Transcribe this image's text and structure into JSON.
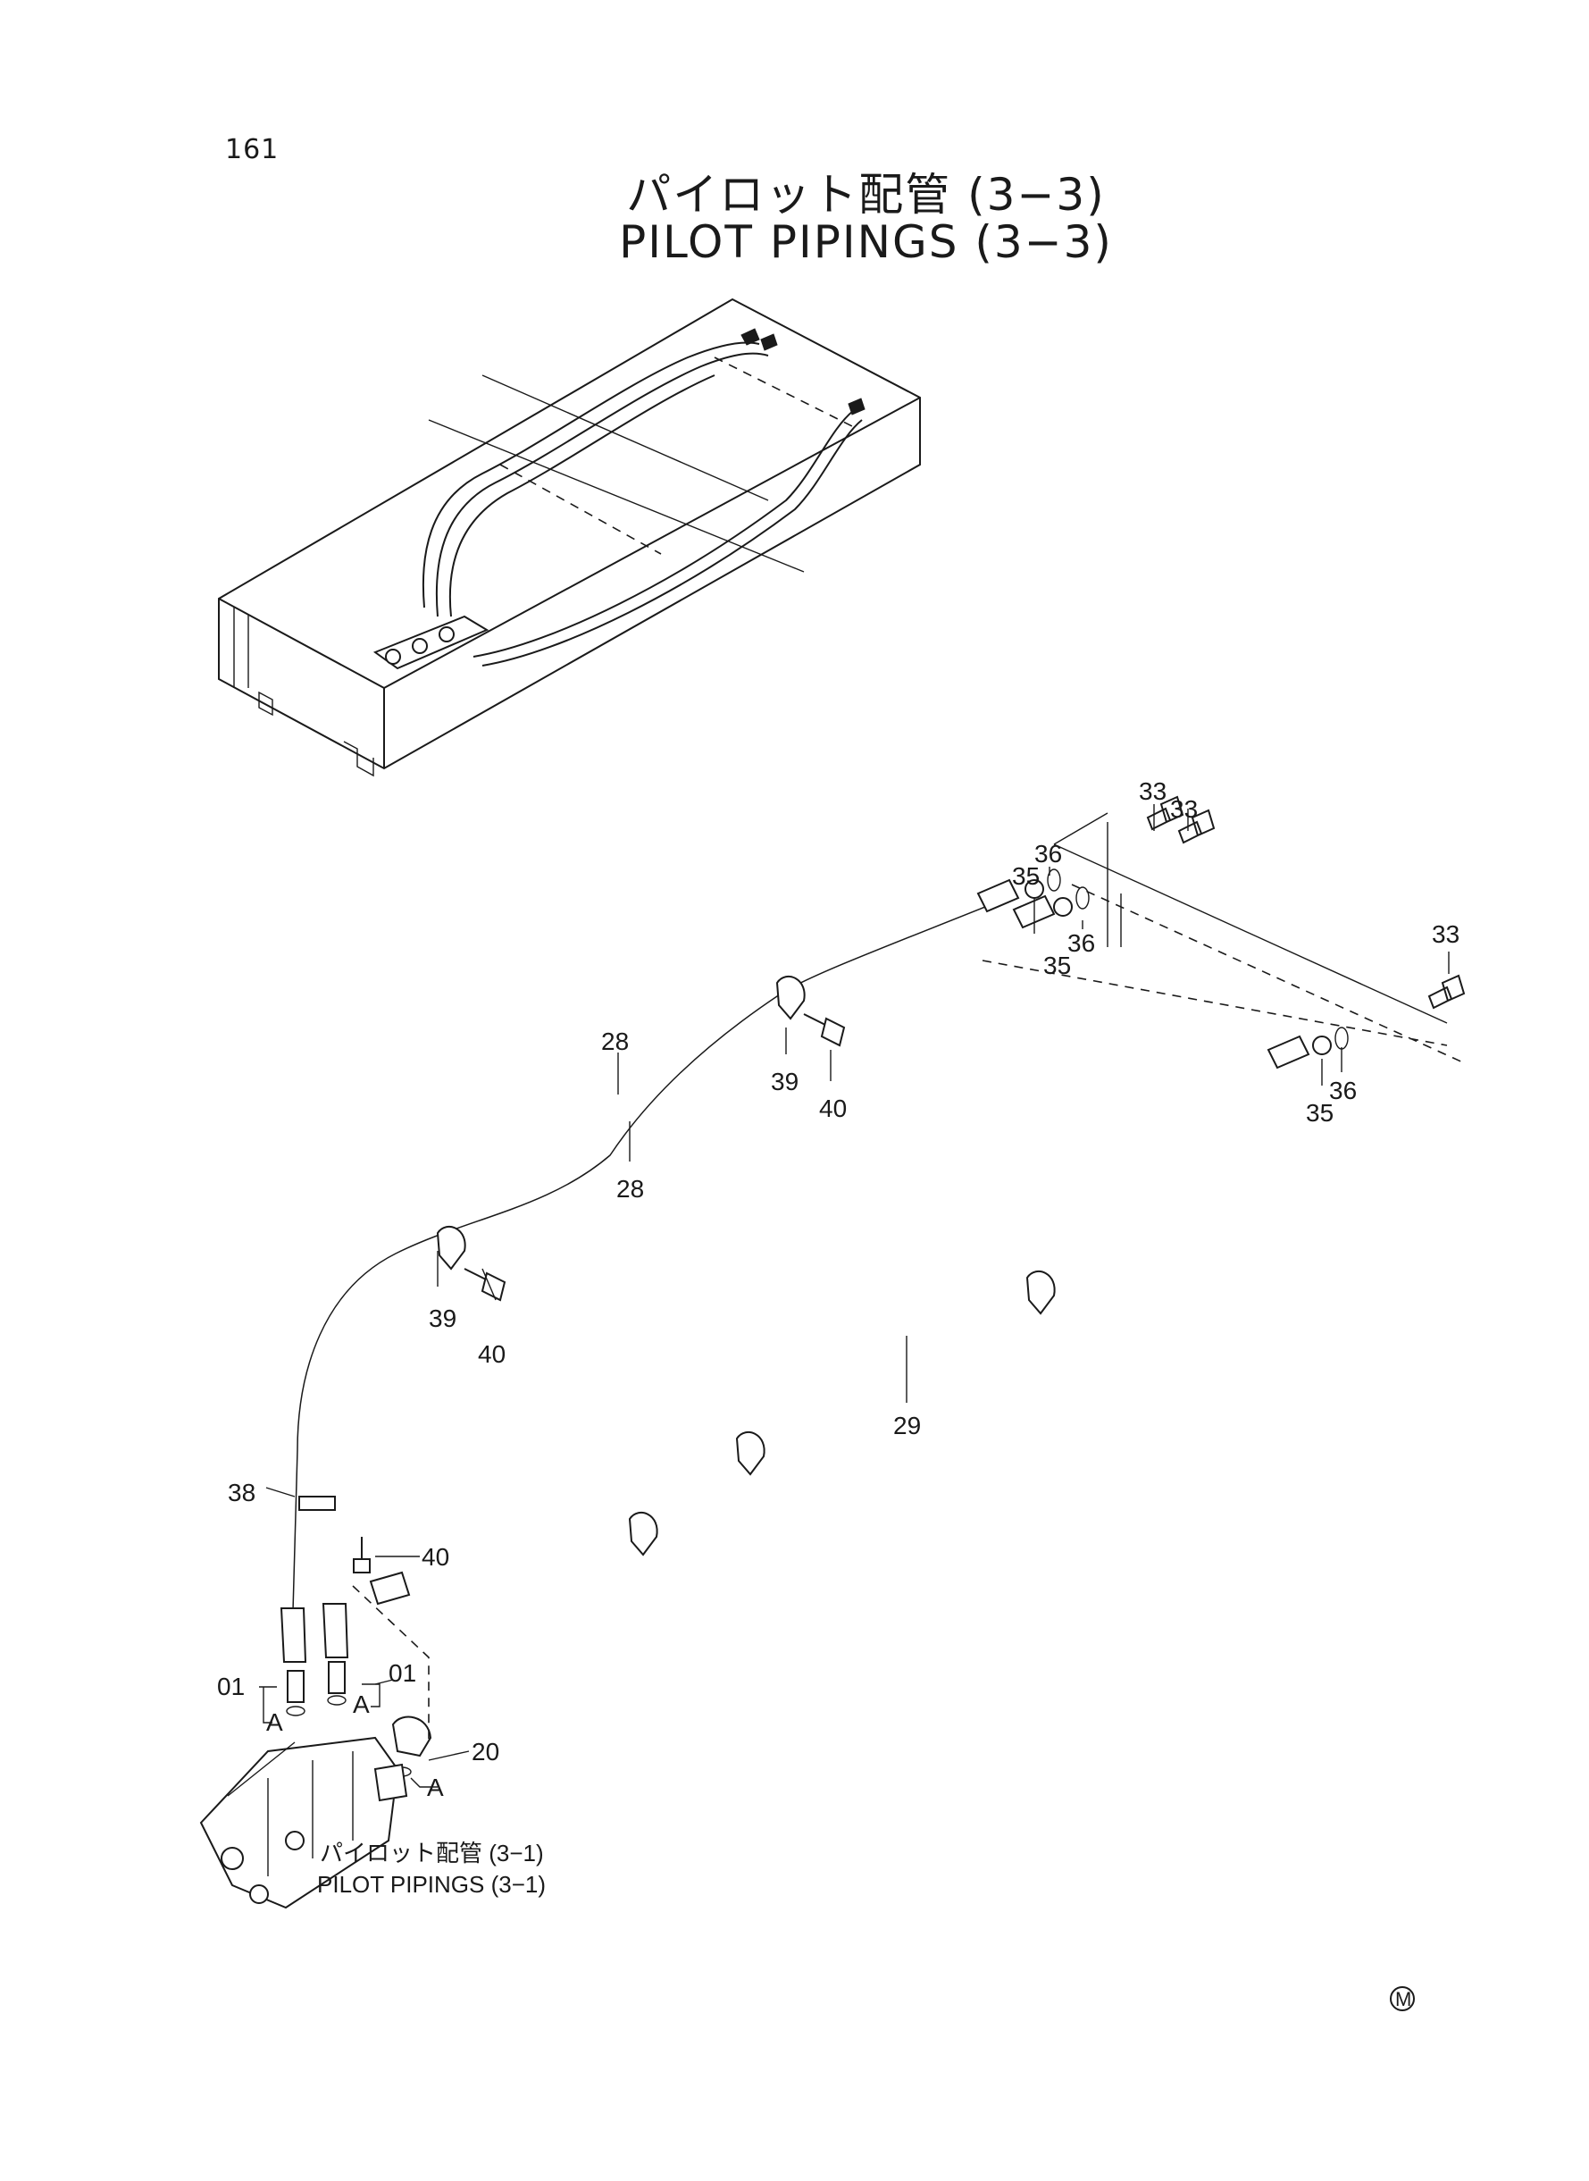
{
  "page": {
    "number": "161"
  },
  "title": {
    "japanese": "パイロット配管 (3−3)",
    "english": "PILOT PIPINGS (3−3)"
  },
  "callouts": {
    "c33a": "33",
    "c33b": "33",
    "c33c": "33",
    "c36a": "36",
    "c36b": "36",
    "c36c": "36",
    "c35a": "35",
    "c35b": "35",
    "c35c": "35",
    "c28a": "28",
    "c28b": "28",
    "c29": "29",
    "c39a": "39",
    "c39b": "39",
    "c40a": "40",
    "c40b": "40",
    "c40c": "40",
    "c38": "38",
    "c01a": "01",
    "c01b": "01",
    "c20": "20",
    "cAa": "A",
    "cAb": "A",
    "cAc": "A"
  },
  "reference": {
    "japanese": "パイロット配管 (3−1)",
    "english": "PILOT PIPINGS (3−1)"
  },
  "mark": "M"
}
